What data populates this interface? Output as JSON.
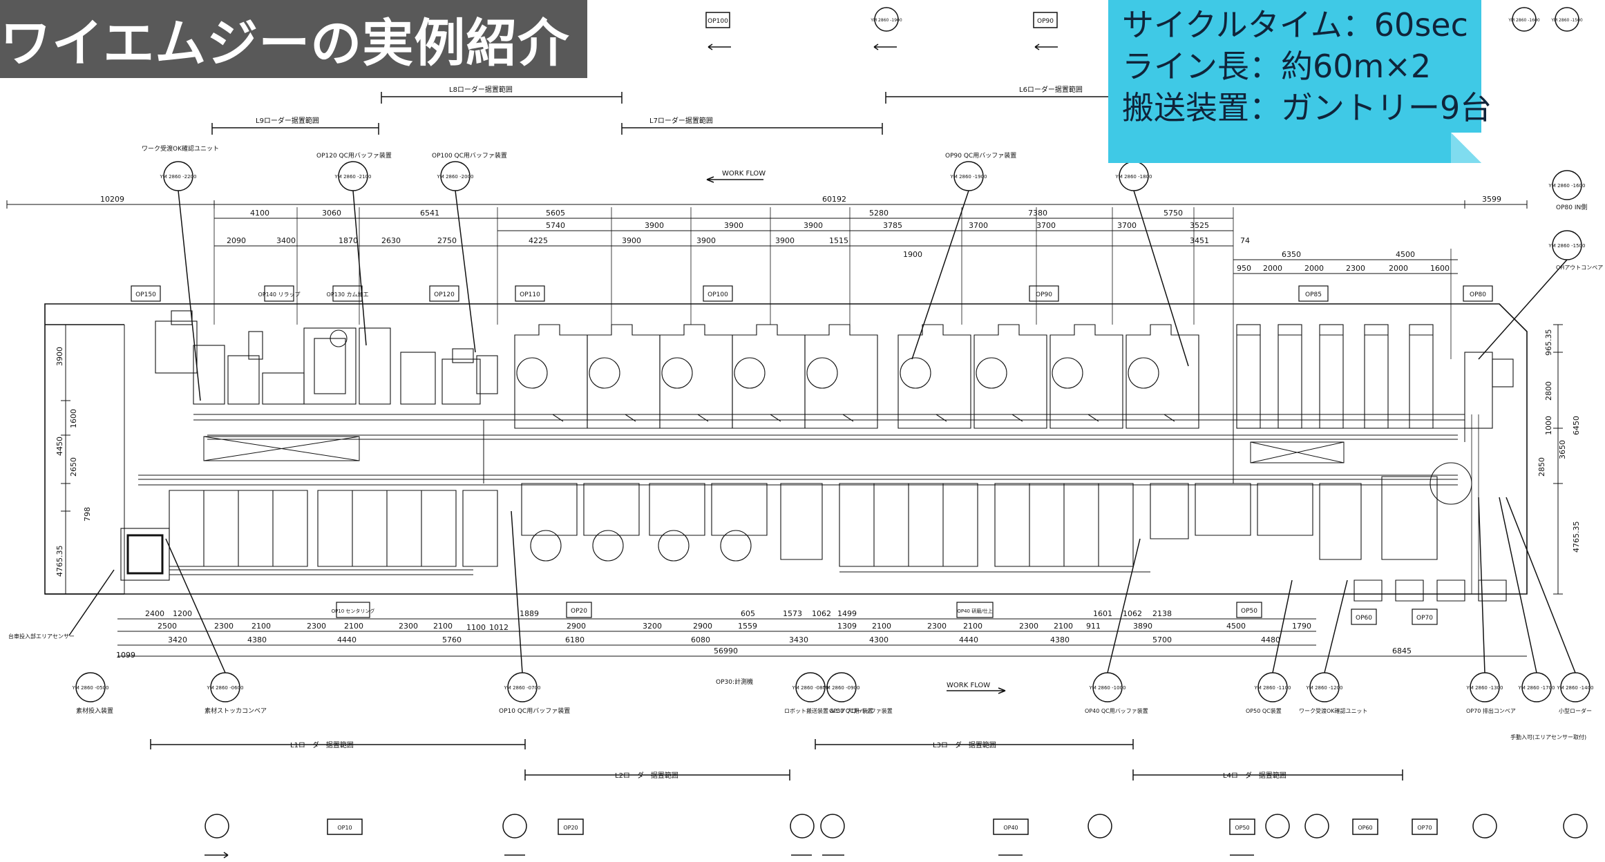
{
  "title": "ワイエムジーの実例紹介",
  "specs": {
    "cycle_time": "サイクルタイム：60sec",
    "line_length": "ライン長：約60m×2",
    "transfer": "搬送装置：ガントリー9台"
  },
  "colors": {
    "banner": "#595959",
    "spec_box": "#3fc9e6"
  },
  "workflow_top": "WORK FLOW",
  "workflow_bottom": "WORK FLOW",
  "loader_ranges_top": [
    "L9ローダー据置範囲",
    "L8ローダー据置範囲",
    "L7ローダー据置範囲",
    "L6ローダー据置範囲"
  ],
  "loader_ranges_bottom": [
    "L1ローダー据置範囲",
    "L2ローダー据置範囲",
    "L3ローダー据置範囲",
    "L4ローダー据置範囲"
  ],
  "op_top": [
    "OP150",
    "OP140",
    "OP130",
    "OP120",
    "OP110",
    "OP100",
    "OP90",
    "OP85",
    "OP80"
  ],
  "op_bottom": [
    "OP10",
    "OP20",
    "OP40",
    "OP50",
    "OP60",
    "OP70"
  ],
  "ym_top": [
    "YM 2860 -2200",
    "YM 2860 -2100",
    "YM 2860 -2000",
    "YM 2860 -1900",
    "YM 2860 -1800",
    "YM 2860 -1600",
    "YM 2860 -1500"
  ],
  "ym_bottom": [
    "YM 2860 -0500",
    "YM 2860 -0600",
    "YM 2860 -0700",
    "YM 2860 -0800",
    "YM 2860 -0900",
    "YM 2860 -1000",
    "YM 2860 -1100",
    "YM 2860 -1200",
    "YM 2860 -1300",
    "YM 2860 -1700",
    "YM 2860 -1400"
  ],
  "ym_topright": [
    "YM 2860 -1600",
    "YM 2860 -1500"
  ],
  "dims_top1": [
    "10209",
    "60192",
    "3599"
  ],
  "dims_top2": [
    "4100",
    "3060",
    "6541",
    "5605",
    "5280",
    "7380",
    "5750"
  ],
  "dims_top3": [
    "5740",
    "3900",
    "3900",
    "3900",
    "3785",
    "3700",
    "3700",
    "3700",
    "3525"
  ],
  "dims_top4": [
    "2090",
    "3400",
    "1870",
    "2630",
    "2750",
    "4225",
    "3900",
    "3900",
    "3900",
    "1515",
    "1900",
    "3451",
    "74"
  ],
  "dims_top5": [
    "6350",
    "4500"
  ],
  "dims_top6": [
    "950",
    "2000",
    "2000",
    "2300",
    "2000",
    "1600"
  ],
  "dims_bot1": [
    "2400",
    "1200",
    "1100",
    "1012",
    "1889",
    "605",
    "1573",
    "1062",
    "1499",
    "1601",
    "1062",
    "2138"
  ],
  "dims_bot2": [
    "2500",
    "2300",
    "2100",
    "2300",
    "2100",
    "2300",
    "2100",
    "2900",
    "3200",
    "2900",
    "1559",
    "1309",
    "2100",
    "2300",
    "2100",
    "2300",
    "2100",
    "911",
    "3890",
    "4500",
    "1790"
  ],
  "dims_bot3": [
    "3420",
    "4380",
    "4440",
    "5760",
    "6180",
    "6080",
    "3430",
    "4300",
    "4440",
    "4380",
    "5700",
    "4480"
  ],
  "dims_bot4": [
    "1099",
    "56990",
    "6845"
  ],
  "dims_left": [
    "3900",
    "1600",
    "4450",
    "2650",
    "798",
    "4765.35"
  ],
  "dims_right": [
    "965.35",
    "2800",
    "6450",
    "1000",
    "3650",
    "2850",
    "4765.35"
  ],
  "top_notes": [
    "ワーク受渡OK確認ユニット",
    "OP120 QC用バッファ装置",
    "OP100 QC用バッファ装置",
    "OP90 QC用バッファ装置",
    "OP80 IN側"
  ],
  "bottom_notes": [
    "台車投入部エリアセンサー",
    "素材投入装置",
    "素材ストッカコンベア",
    "OP10 QC用バッファ装置",
    "OP30:計測機",
    "ロボット搬送装置 &エアブロー装置",
    "OP30 QC用バッファ装置",
    "OP40 QC用バッファ装置",
    "OP50 QC装置",
    "ワーク受渡OK確認ユニット",
    "OP70 排出コンベア",
    "小型ローダー",
    "手動入可(エリアセンサー取付)",
    "OHアウトコンベア"
  ],
  "station_tags_top": [
    "OP150",
    "OP140 リラップ",
    "OP130 カム加工",
    "OP120",
    "OP110",
    "OP100",
    "OP90",
    "OP85",
    "OP80"
  ],
  "station_tags_bottom": [
    "OP10 センタリング",
    "OP20",
    "OP40 研磨/仕上",
    "OP50",
    "OP60",
    "OP70"
  ],
  "footer_tags": [
    "OP10",
    "OP20",
    "OP40",
    "OP50",
    "OP60",
    "OP70"
  ],
  "header_tags": [
    "OP100",
    "OP90"
  ],
  "header_ym": [
    "YM 2860 -1900",
    "YM 2860 -1600",
    "YM 2860 -1500"
  ]
}
